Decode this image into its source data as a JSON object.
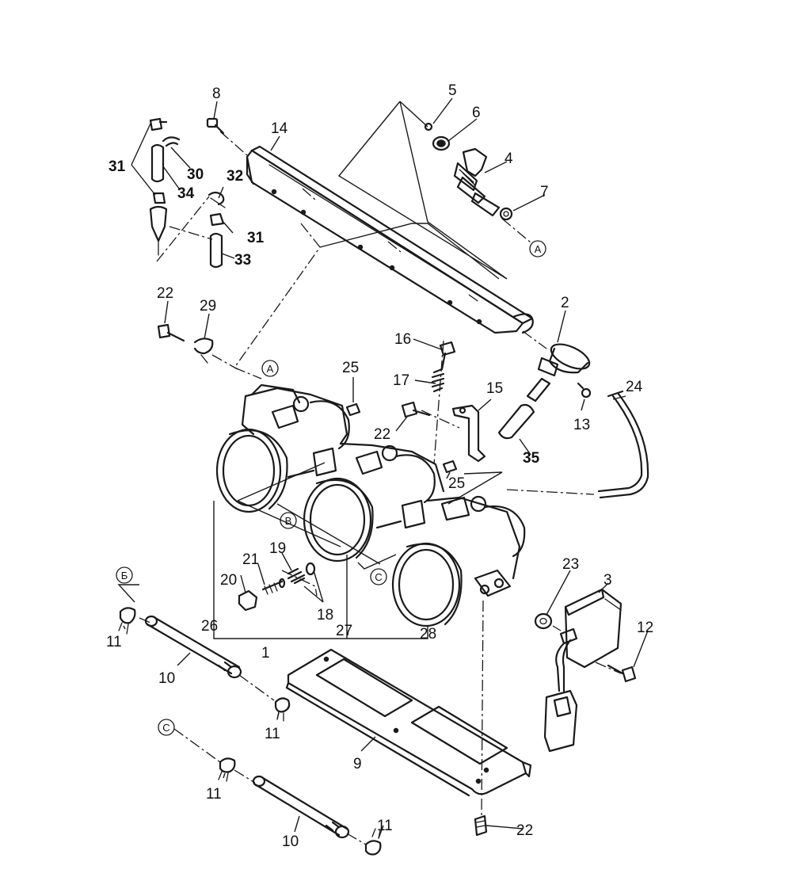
{
  "diagram": {
    "labels": {
      "l5": "5",
      "l6": "6",
      "l4": "4",
      "l7": "7",
      "l8": "8",
      "l14": "14",
      "l31a": "31",
      "l30": "30",
      "l34": "34",
      "l32": "32",
      "l31b": "31",
      "l33": "33",
      "l2": "2",
      "l24": "24",
      "l13": "13",
      "l35": "35",
      "l22a": "22",
      "l29": "29",
      "l16": "16",
      "l17": "17",
      "l25a": "25",
      "l15": "15",
      "l22b": "22",
      "l25b": "25",
      "l20": "20",
      "l21": "21",
      "l19": "19",
      "l18": "18",
      "l26": "26",
      "l27": "27",
      "l28": "28",
      "l1": "1",
      "l23": "23",
      "l3": "3",
      "l12": "12",
      "l11a": "11",
      "l10a": "10",
      "l11b": "11",
      "l9": "9",
      "l11c": "11",
      "l10b": "10",
      "l11d": "11",
      "l22c": "22"
    },
    "refs": {
      "a1": "A",
      "a2": "A",
      "b1": "B",
      "b2": "Б",
      "c1": "C",
      "c2": "C"
    }
  }
}
